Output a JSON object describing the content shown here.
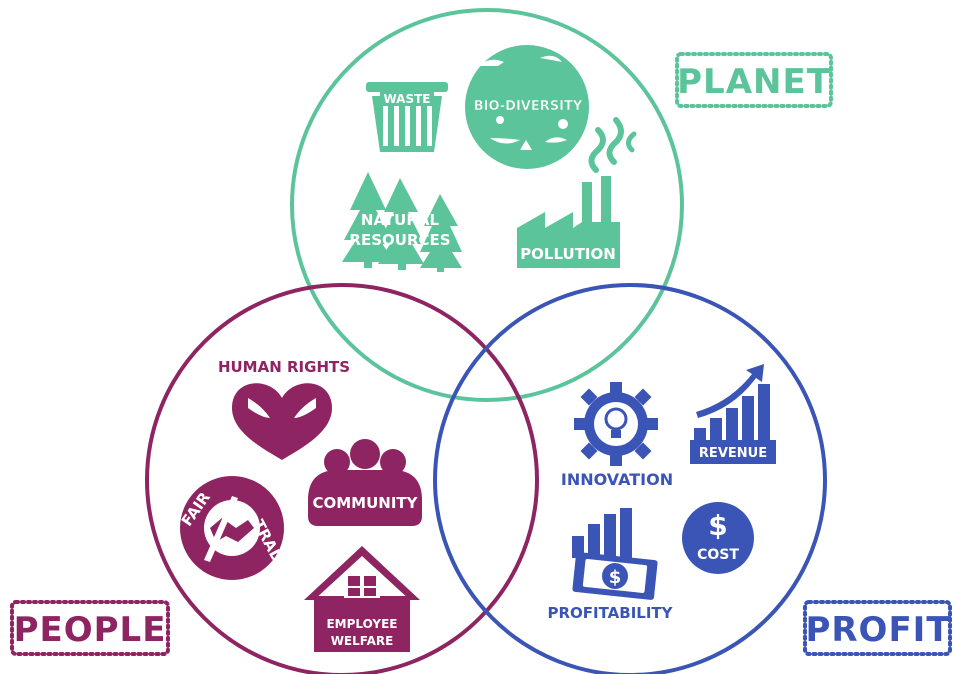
{
  "colors": {
    "planet": "#5cc49a",
    "people": "#8e2461",
    "profit": "#3a55b5",
    "white": "#ffffff"
  },
  "planet": {
    "label": "PLANET",
    "items": {
      "waste": "WASTE",
      "biodiversity": "BIO-DIVERSITY",
      "natural_resources_line1": "NATURAL",
      "natural_resources_line2": "RESOURCES",
      "pollution": "POLLUTION"
    }
  },
  "people": {
    "label": "PEOPLE",
    "items": {
      "human_rights": "HUMAN RIGHTS",
      "community": "COMMUNITY",
      "fair": "FAIR",
      "trade": "TRADE",
      "employee_welfare_line1": "EMPLOYEE",
      "employee_welfare_line2": "WELFARE"
    }
  },
  "profit": {
    "label": "PROFIT",
    "items": {
      "innovation": "INNOVATION",
      "revenue": "REVENUE",
      "cost": "COST",
      "profitability": "PROFITABILITY",
      "dollar_sign": "$"
    }
  },
  "icons": {
    "waste": "trash-bin-icon",
    "biodiversity": "animals-globe-icon",
    "natural_resources": "forest-icon",
    "pollution": "factory-icon",
    "human_rights": "heart-hands-icon",
    "community": "people-group-icon",
    "fair_trade": "handshake-icon",
    "employee_welfare": "house-icon",
    "innovation": "gear-lightbulb-icon",
    "revenue": "growth-chart-icon",
    "cost": "dollar-coin-icon",
    "profitability": "money-chart-icon"
  }
}
